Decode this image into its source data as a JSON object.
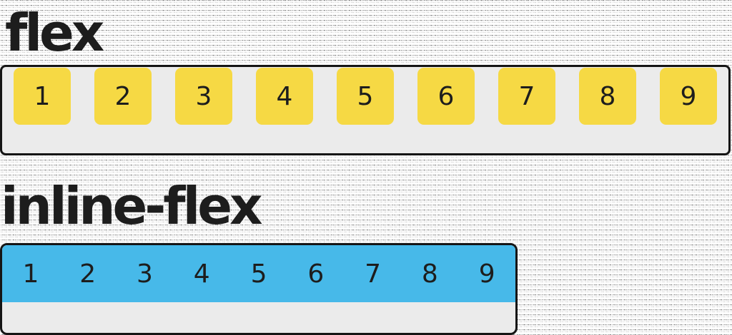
{
  "colors": {
    "item_yellow": "#F6D944",
    "item_blue": "#47B9E9",
    "container_gray": "#EBEBEB",
    "border_black": "#151515",
    "ink": "#1D1D1D"
  },
  "sections": [
    {
      "title": "flex",
      "items": [
        "1",
        "2",
        "3",
        "4",
        "5",
        "6",
        "7",
        "8",
        "9"
      ]
    },
    {
      "title": "inline-flex",
      "items": [
        "1",
        "2",
        "3",
        "4",
        "5",
        "6",
        "7",
        "8",
        "9"
      ]
    }
  ]
}
